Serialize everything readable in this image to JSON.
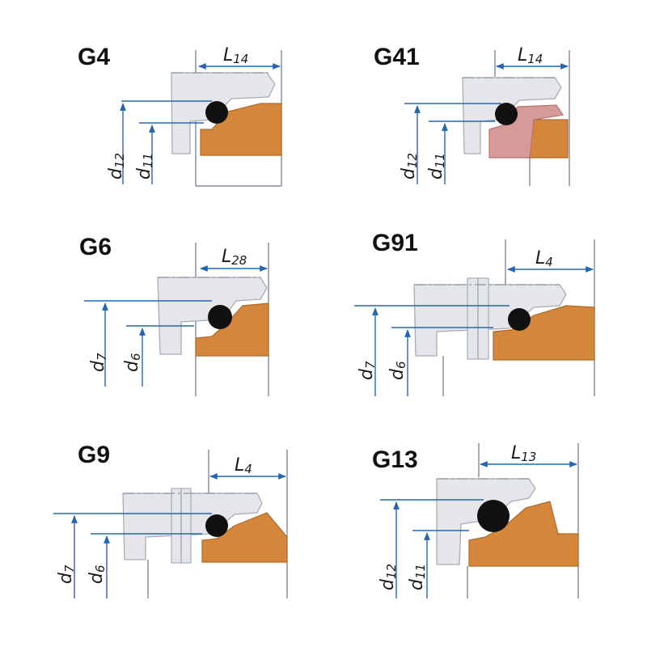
{
  "colors": {
    "seal_face": "#e4e6ea",
    "seal_edge": "#a7adb5",
    "housing": "#d4863a",
    "housing_edge": "#b06a26",
    "housing_alt": "#d89a98",
    "o_ring": "#111111",
    "dimension_line": "#2466b2"
  },
  "panels": [
    {
      "id": "G4",
      "title": "G4",
      "length_label": {
        "main": "L",
        "sub": "14"
      },
      "outer_label": {
        "main": "d",
        "sub": "12"
      },
      "inner_label": {
        "main": "d",
        "sub": "11"
      }
    },
    {
      "id": "G41",
      "title": "G41",
      "length_label": {
        "main": "L",
        "sub": "14"
      },
      "outer_label": {
        "main": "d",
        "sub": "12"
      },
      "inner_label": {
        "main": "d",
        "sub": "11"
      }
    },
    {
      "id": "G6",
      "title": "G6",
      "length_label": {
        "main": "L",
        "sub": "28"
      },
      "outer_label": {
        "main": "d",
        "sub": "7"
      },
      "inner_label": {
        "main": "d",
        "sub": "6"
      }
    },
    {
      "id": "G91",
      "title": "G91",
      "length_label": {
        "main": "L",
        "sub": "4"
      },
      "outer_label": {
        "main": "d",
        "sub": "7"
      },
      "inner_label": {
        "main": "d",
        "sub": "6"
      }
    },
    {
      "id": "G9",
      "title": "G9",
      "length_label": {
        "main": "L",
        "sub": "4"
      },
      "outer_label": {
        "main": "d",
        "sub": "7"
      },
      "inner_label": {
        "main": "d",
        "sub": "6"
      }
    },
    {
      "id": "G13",
      "title": "G13",
      "length_label": {
        "main": "L",
        "sub": "13"
      },
      "outer_label": {
        "main": "d",
        "sub": "12"
      },
      "inner_label": {
        "main": "d",
        "sub": "11"
      }
    }
  ]
}
